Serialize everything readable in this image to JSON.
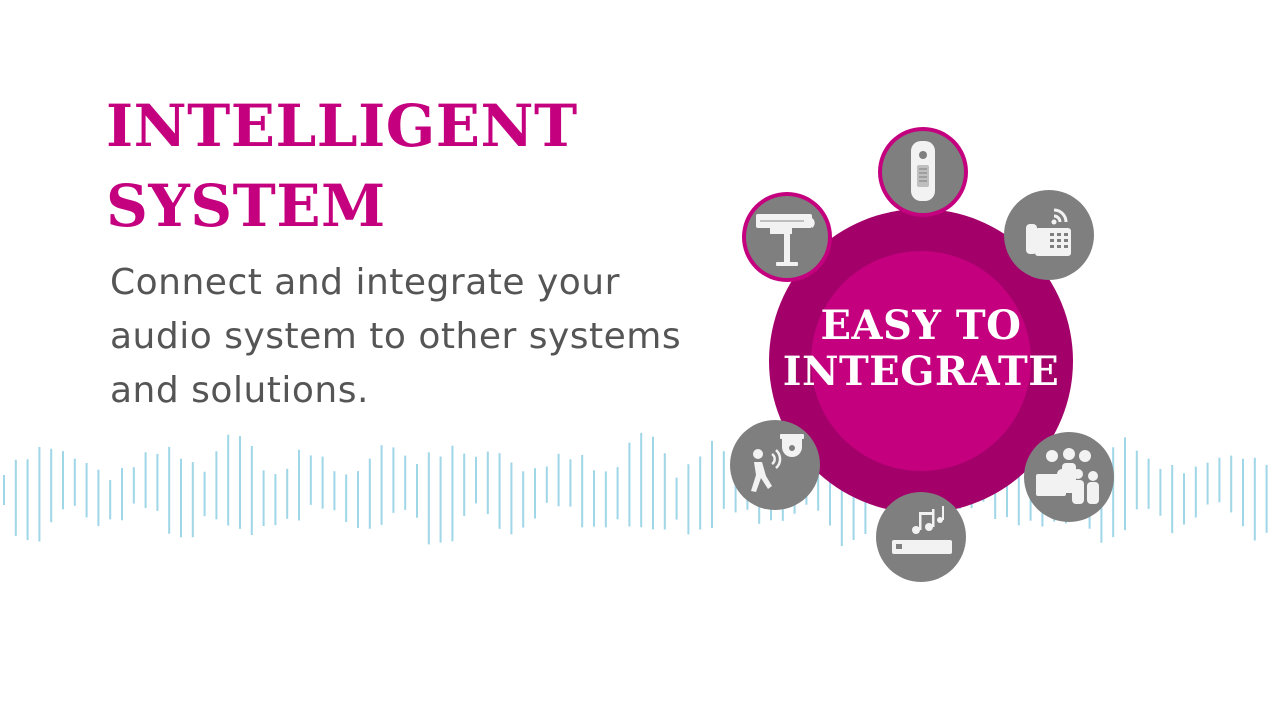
{
  "headline": {
    "line1": "INTELLIGENT",
    "line2": "SYSTEM"
  },
  "body": {
    "line1": "Connect and integrate your",
    "line2": "audio system to other systems",
    "line3": "and solutions."
  },
  "hub": {
    "line1": "EASY TO",
    "line2": "INTEGRATE"
  },
  "icons": [
    "door-station-icon",
    "phone-icon",
    "people-icon",
    "music-player-icon",
    "motion-camera-icon",
    "network-camera-icon"
  ],
  "colors": {
    "accent": "#c4007f",
    "accent_dark": "#a3006a",
    "text_gray": "#555555",
    "icon_gray": "#7f7f7f",
    "wave": "#9fd6e8"
  }
}
